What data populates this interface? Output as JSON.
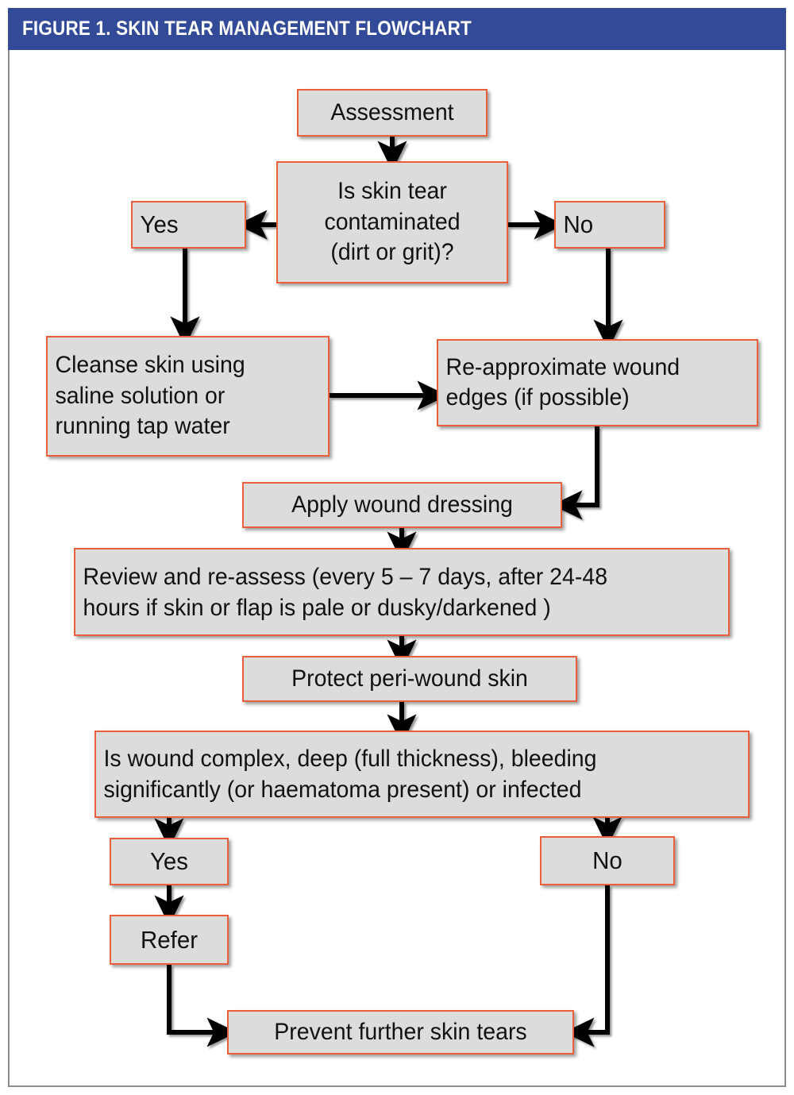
{
  "figure": {
    "title": "FIGURE 1. SKIN TEAR MANAGEMENT FLOWCHART",
    "title_bar_color": "#334a99",
    "title_text_color": "#ffffff",
    "frame_border_color": "#8c8c8c",
    "node_fill_color": "#dcdcdc",
    "node_border_color": "#ed5f3c",
    "connector_color": "#000000"
  },
  "flowchart": {
    "type": "flowchart",
    "nodes": [
      {
        "id": "assessment",
        "label": "Assessment"
      },
      {
        "id": "contaminated",
        "label": "Is skin tear contaminated (dirt or grit)?"
      },
      {
        "id": "yes-top",
        "label": "Yes"
      },
      {
        "id": "no-top",
        "label": "No"
      },
      {
        "id": "cleanse",
        "label": "Cleanse skin using saline solution or running tap water"
      },
      {
        "id": "reapprox",
        "label": "Re-approximate wound edges (if possible)"
      },
      {
        "id": "dressing",
        "label": "Apply wound dressing"
      },
      {
        "id": "review",
        "label": "Review and re-assess (every 5 – 7 days, after 24-48 hours if skin or flap is pale or dusky/darkened )"
      },
      {
        "id": "protect",
        "label": "Protect peri-wound skin"
      },
      {
        "id": "complex",
        "label": "Is wound complex, deep (full thickness), bleeding significantly (or haematoma present) or infected"
      },
      {
        "id": "yes-bottom",
        "label": "Yes"
      },
      {
        "id": "no-bottom",
        "label": "No"
      },
      {
        "id": "refer",
        "label": "Refer"
      },
      {
        "id": "prevent",
        "label": "Prevent further skin tears"
      }
    ],
    "node_lines": {
      "contaminated": [
        "Is skin tear",
        "contaminated",
        "(dirt or grit)?"
      ],
      "cleanse": [
        "Cleanse skin using",
        "saline solution or",
        "running tap water"
      ],
      "reapprox": [
        "Re-approximate wound",
        "edges (if possible)"
      ],
      "review": [
        "Review and re-assess (every 5 – 7 days, after 24-48",
        "hours if skin or flap is pale or dusky/darkened )"
      ],
      "complex": [
        "Is wound complex, deep (full thickness), bleeding",
        "significantly (or haematoma present) or infected"
      ]
    },
    "edges": [
      {
        "from": "assessment",
        "to": "contaminated",
        "label": ""
      },
      {
        "from": "contaminated",
        "to": "yes-top",
        "label": ""
      },
      {
        "from": "contaminated",
        "to": "no-top",
        "label": ""
      },
      {
        "from": "yes-top",
        "to": "cleanse",
        "label": ""
      },
      {
        "from": "no-top",
        "to": "reapprox",
        "label": ""
      },
      {
        "from": "cleanse",
        "to": "reapprox",
        "label": ""
      },
      {
        "from": "reapprox",
        "to": "dressing",
        "label": ""
      },
      {
        "from": "dressing",
        "to": "review",
        "label": ""
      },
      {
        "from": "review",
        "to": "protect",
        "label": ""
      },
      {
        "from": "protect",
        "to": "complex",
        "label": ""
      },
      {
        "from": "complex",
        "to": "yes-bottom",
        "label": ""
      },
      {
        "from": "complex",
        "to": "no-bottom",
        "label": ""
      },
      {
        "from": "yes-bottom",
        "to": "refer",
        "label": ""
      },
      {
        "from": "refer",
        "to": "prevent",
        "label": ""
      },
      {
        "from": "no-bottom",
        "to": "prevent",
        "label": ""
      }
    ]
  }
}
